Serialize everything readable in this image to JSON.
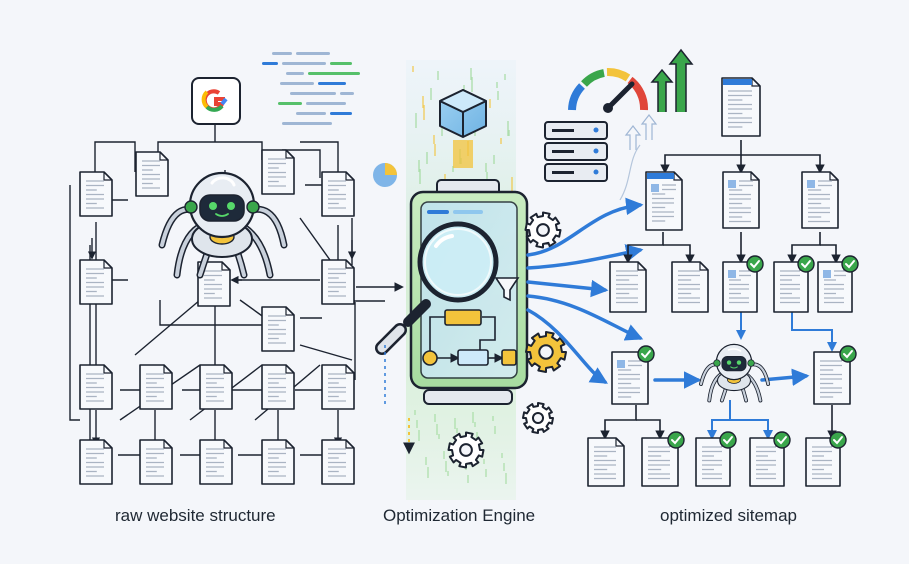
{
  "captions": {
    "raw": "raw website structure",
    "engine": "Optimization Engine",
    "sitemap": "optimized sitemap"
  },
  "icons": {
    "search_brand": "google-g-icon",
    "crawler": "spider-robot-icon",
    "engine": "magnifier-panel-icon",
    "gear": "gear-icon",
    "cube": "cube-icon",
    "server": "server-stack-icon",
    "gauge": "speedometer-icon",
    "growth": "up-arrows-icon",
    "check": "check-badge-icon",
    "page": "document-page-icon",
    "pie": "pie-chart-icon"
  },
  "colors": {
    "line": "#1c2330",
    "page_fill": "#f7f9fc",
    "page_line": "#aab4c3",
    "flow_blue": "#2f7bd8",
    "check_green": "#3aa64b",
    "engine_green": "#b7e6ab",
    "accent_yellow": "#f3c33b",
    "glow_green": "#a8e6a0"
  }
}
